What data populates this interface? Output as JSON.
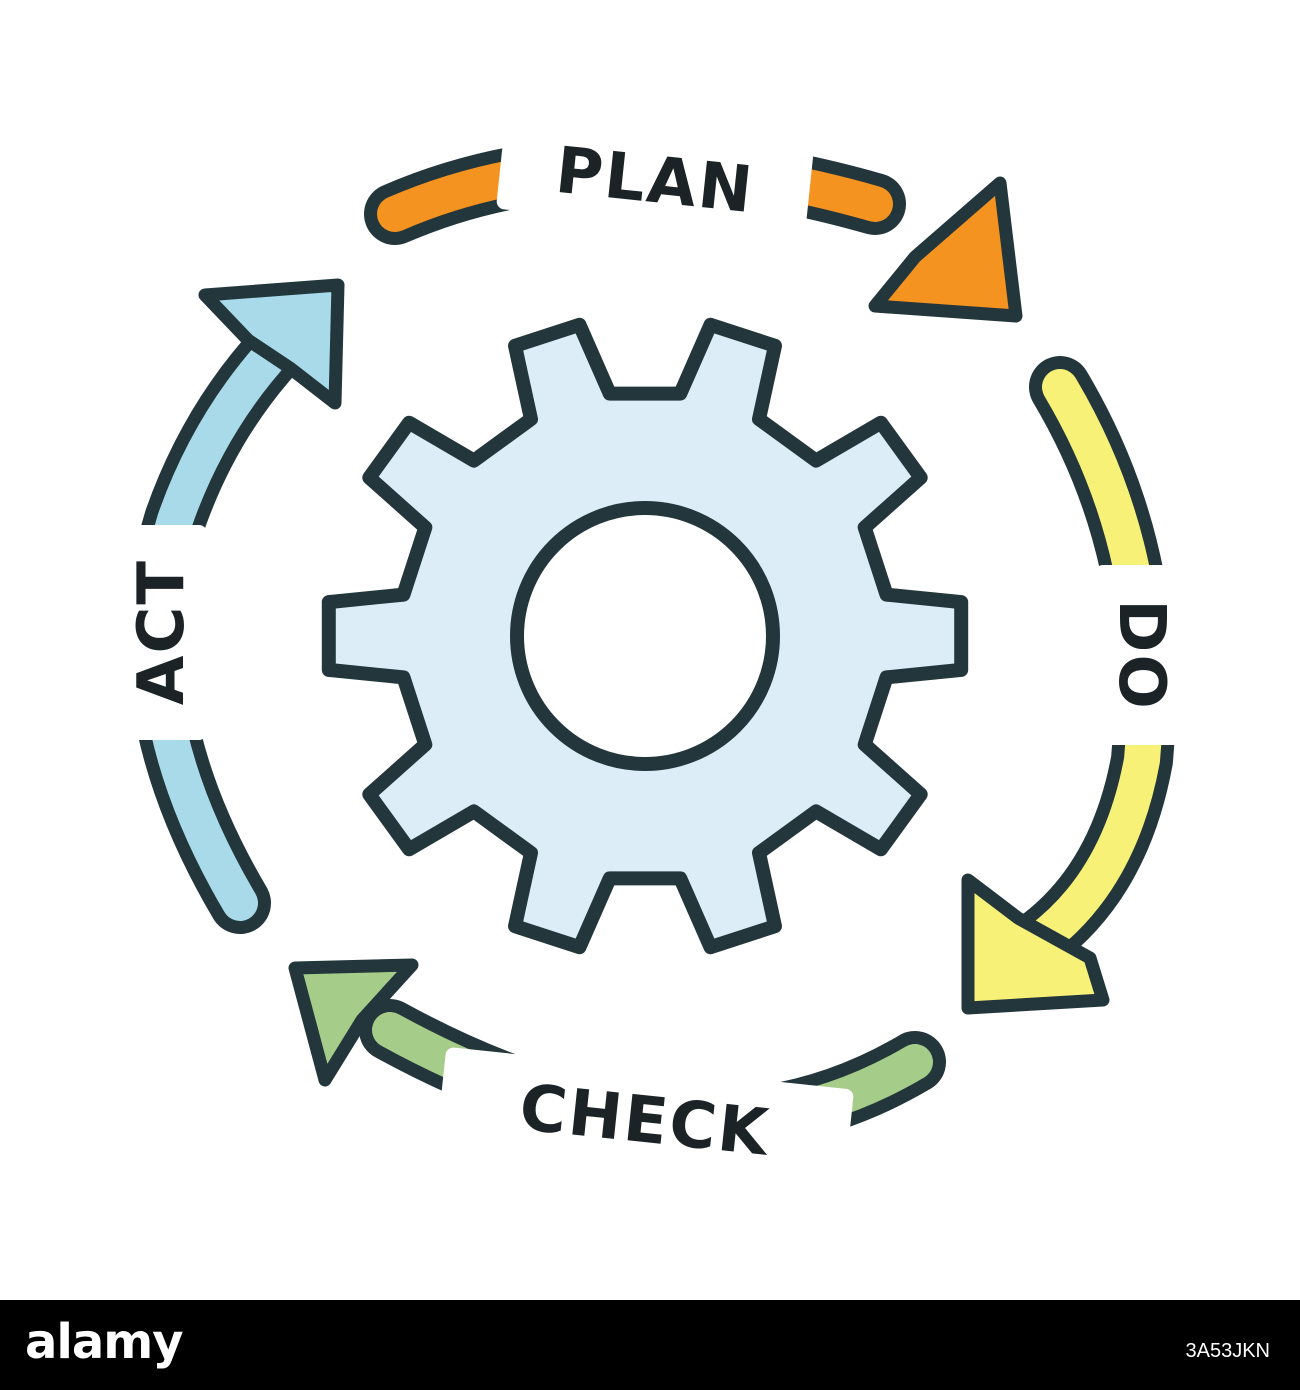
{
  "diagram": {
    "steps": [
      {
        "label": "PLAN",
        "color": "#f4931f"
      },
      {
        "label": "DO",
        "color": "#f7f178"
      },
      {
        "label": "CHECK",
        "color": "#a6cc89"
      },
      {
        "label": "ACT",
        "color": "#a8daea"
      }
    ],
    "center_icon": "gear-icon",
    "gear_color": "#dcedf7",
    "outline_color": "#23363c"
  },
  "footer": {
    "logo": "alamy",
    "image_id": "3A53JKN",
    "background": "#000000"
  }
}
